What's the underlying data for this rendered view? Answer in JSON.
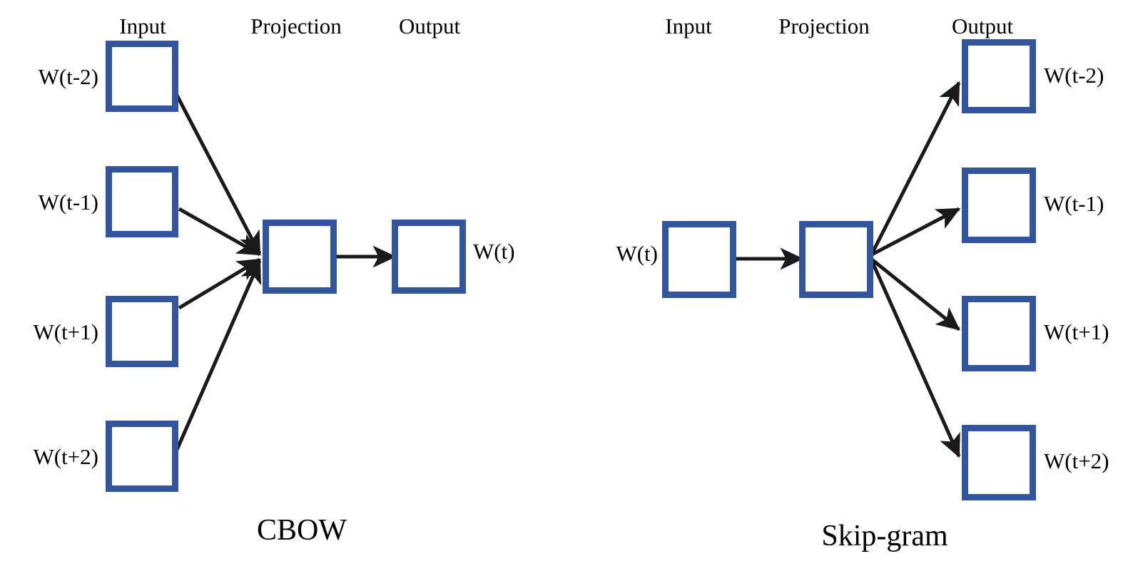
{
  "diagram": {
    "title_hidden": "",
    "accent_color": "#32559B",
    "arrow_color": "#1a1a1a",
    "background": "#ffffff",
    "models": [
      {
        "id": "cbow",
        "caption": "CBOW",
        "column_headers": [
          "Input",
          "Projection",
          "Output"
        ],
        "input_labels": [
          "W(t-2)",
          "W(t-1)",
          "W(t+1)",
          "W(t+2)"
        ],
        "projection_label": "",
        "output_labels": [
          "W(t)"
        ],
        "direction": "inputs-to-projection-to-output"
      },
      {
        "id": "skipgram",
        "caption": "Skip-gram",
        "column_headers": [
          "Input",
          "Projection",
          "Output"
        ],
        "input_labels": [
          "W(t)"
        ],
        "projection_label": "",
        "output_labels": [
          "W(t-2)",
          "W(t-1)",
          "W(t+1)",
          "W(t+2)"
        ],
        "direction": "input-to-projection-to-outputs"
      }
    ]
  }
}
